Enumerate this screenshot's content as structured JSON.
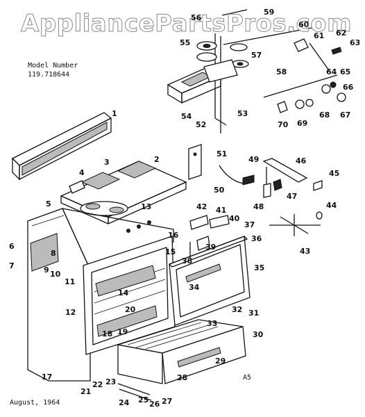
{
  "watermark": "AppliancePartsPros.com",
  "model": {
    "label": "Model Number",
    "number": "119.718644"
  },
  "footer": {
    "date": "August, 1964",
    "code": "A5"
  },
  "callouts": [
    {
      "id": "1",
      "label": "1"
    },
    {
      "id": "2",
      "label": "2"
    },
    {
      "id": "3",
      "label": "3"
    },
    {
      "id": "4",
      "label": "4"
    },
    {
      "id": "5",
      "label": "5"
    },
    {
      "id": "6",
      "label": "6"
    },
    {
      "id": "7",
      "label": "7"
    },
    {
      "id": "8",
      "label": "8"
    },
    {
      "id": "9",
      "label": "9"
    },
    {
      "id": "10",
      "label": "10"
    },
    {
      "id": "11",
      "label": "11"
    },
    {
      "id": "12",
      "label": "12"
    },
    {
      "id": "13",
      "label": "13"
    },
    {
      "id": "14",
      "label": "14"
    },
    {
      "id": "15",
      "label": "15"
    },
    {
      "id": "16",
      "label": "16"
    },
    {
      "id": "17",
      "label": "17"
    },
    {
      "id": "18",
      "label": "18"
    },
    {
      "id": "19",
      "label": "19"
    },
    {
      "id": "20",
      "label": "20"
    },
    {
      "id": "21",
      "label": "21"
    },
    {
      "id": "22",
      "label": "22"
    },
    {
      "id": "23",
      "label": "23"
    },
    {
      "id": "24",
      "label": "24"
    },
    {
      "id": "25",
      "label": "25"
    },
    {
      "id": "26",
      "label": "26"
    },
    {
      "id": "27",
      "label": "27"
    },
    {
      "id": "28",
      "label": "28"
    },
    {
      "id": "29",
      "label": "29"
    },
    {
      "id": "30",
      "label": "30"
    },
    {
      "id": "31",
      "label": "31"
    },
    {
      "id": "32",
      "label": "32"
    },
    {
      "id": "33",
      "label": "33"
    },
    {
      "id": "34",
      "label": "34"
    },
    {
      "id": "35",
      "label": "35"
    },
    {
      "id": "36",
      "label": "36"
    },
    {
      "id": "37",
      "label": "37"
    },
    {
      "id": "38",
      "label": "38"
    },
    {
      "id": "39",
      "label": "39"
    },
    {
      "id": "40",
      "label": "40"
    },
    {
      "id": "41",
      "label": "41"
    },
    {
      "id": "42",
      "label": "42"
    },
    {
      "id": "43",
      "label": "43"
    },
    {
      "id": "44",
      "label": "44"
    },
    {
      "id": "45",
      "label": "45"
    },
    {
      "id": "46",
      "label": "46"
    },
    {
      "id": "47",
      "label": "47"
    },
    {
      "id": "48",
      "label": "48"
    },
    {
      "id": "49",
      "label": "49"
    },
    {
      "id": "50",
      "label": "50"
    },
    {
      "id": "51",
      "label": "51"
    },
    {
      "id": "52",
      "label": "52"
    },
    {
      "id": "53",
      "label": "53"
    },
    {
      "id": "54",
      "label": "54"
    },
    {
      "id": "55",
      "label": "55"
    },
    {
      "id": "56",
      "label": "56"
    },
    {
      "id": "57",
      "label": "57"
    },
    {
      "id": "58",
      "label": "58"
    },
    {
      "id": "59",
      "label": "59"
    },
    {
      "id": "60",
      "label": "60"
    },
    {
      "id": "61",
      "label": "61"
    },
    {
      "id": "62",
      "label": "62"
    },
    {
      "id": "63",
      "label": "63"
    },
    {
      "id": "64",
      "label": "64"
    },
    {
      "id": "65",
      "label": "65"
    },
    {
      "id": "66",
      "label": "66"
    },
    {
      "id": "67",
      "label": "67"
    },
    {
      "id": "68",
      "label": "68"
    },
    {
      "id": "69",
      "label": "69"
    },
    {
      "id": "70",
      "label": "70"
    }
  ]
}
